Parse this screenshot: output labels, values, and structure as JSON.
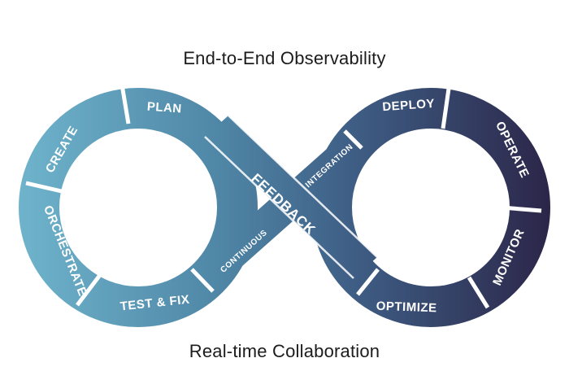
{
  "captions": {
    "top": "End-to-End Observability",
    "bottom": "Real-time Collaboration"
  },
  "phases": {
    "plan": "PLAN",
    "create": "CREATE",
    "orchestrate": "ORCHESTRATE",
    "test_fix": "TEST & FIX",
    "deploy": "DEPLOY",
    "operate": "OPERATE",
    "monitor": "MONITOR",
    "optimize": "OPTIMIZE"
  },
  "bands": {
    "feedback": "FEEDBACK",
    "continuous": "CONTINUOUS",
    "integration": "INTEGRATION"
  },
  "colors": {
    "left": "#6fb4cc",
    "mid": "#3f5f86",
    "right": "#2b2548"
  }
}
